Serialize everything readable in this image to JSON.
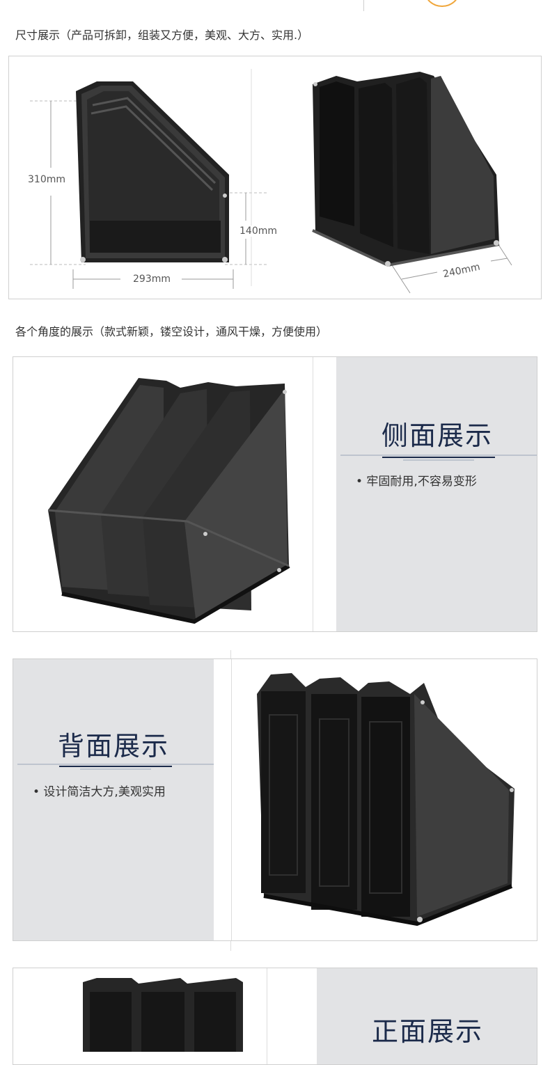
{
  "section1": {
    "heading": "尺寸展示（产品可拆卸，组装又方便，美观、大方、实用.）",
    "dimensions": {
      "height": "310mm",
      "width": "293mm",
      "base_height": "140mm",
      "depth": "240mm"
    }
  },
  "section2": {
    "heading": "各个角度的展示（款式新颖，镂空设计，通风干燥，方便使用）"
  },
  "side_view": {
    "title": "侧面展示",
    "bullet": "• 牢固耐用,不容易变形"
  },
  "back_view": {
    "title": "背面展示",
    "bullet": "• 设计简洁大方,美观实用"
  },
  "front_view": {
    "title": "正面展示"
  },
  "colors": {
    "accent": "#f0a63a",
    "title_navy": "#1b2a4a",
    "panel_gray": "#e2e3e5",
    "product": "#1a1a1a"
  }
}
